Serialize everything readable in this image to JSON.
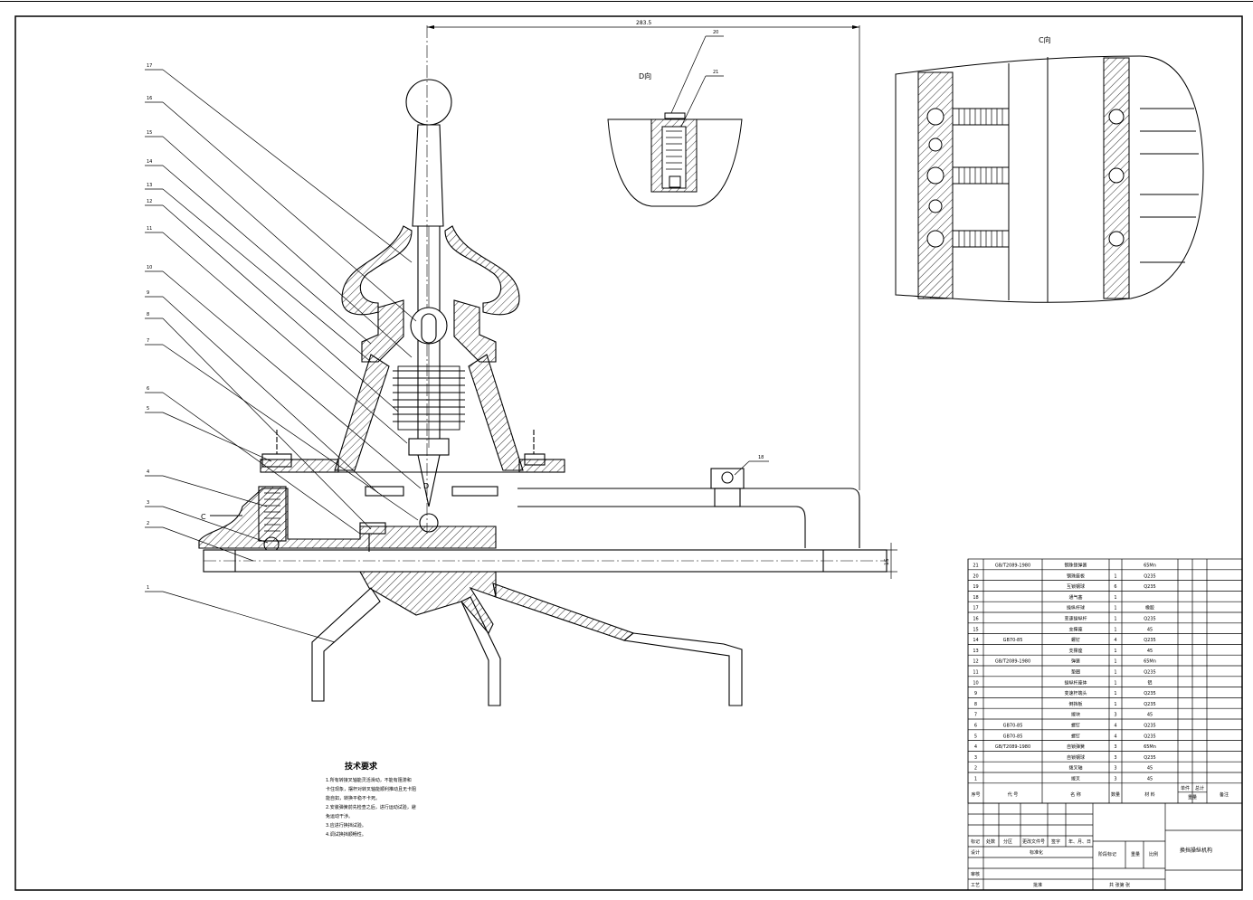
{
  "dimensions": {
    "top_length": "283.5",
    "side_height": "15"
  },
  "views": {
    "c_view": "C向",
    "d_view": "D向",
    "section_c": "C",
    "section_d": "D"
  },
  "leaders": [
    "1",
    "2",
    "3",
    "4",
    "5",
    "6",
    "7",
    "8",
    "9",
    "10",
    "11",
    "12",
    "13",
    "14",
    "15",
    "16",
    "17",
    "18",
    "20",
    "21"
  ],
  "tech": {
    "title": "技术要求",
    "lines": [
      "1.所有转接叉轴能灵活滑动，不能有阻滞和",
      "卡住现象，摆杆对转叉轴能顺利推动且无卡阻",
      "能自如，转换平稳不卡死。",
      "2.安装弹簧前先检查之后，进行运动试验，避",
      "免运动干涉。",
      "3.应进行换挡试验。",
      "4.调试换挡顺畅性。"
    ]
  },
  "bom": {
    "rows": [
      [
        "21",
        "GB/T2089-1980",
        "钢珠锁弹簧",
        "",
        "65Mn"
      ],
      [
        "20",
        "",
        "钢珠座板",
        "1",
        "Q235"
      ],
      [
        "19",
        "",
        "互锁钢球",
        "6",
        "Q235"
      ],
      [
        "18",
        "",
        "通气塞",
        "1",
        ""
      ],
      [
        "17",
        "",
        "操纵杆球",
        "1",
        "橡胶"
      ],
      [
        "16",
        "",
        "变速操纵杆",
        "1",
        "Q235"
      ],
      [
        "15",
        "",
        "支撑座",
        "1",
        "45"
      ],
      [
        "14",
        "GB70-85",
        "螺钉",
        "4",
        "Q235"
      ],
      [
        "13",
        "",
        "支撑座",
        "1",
        "45"
      ],
      [
        "12",
        "GB/T2089-1980",
        "弹簧",
        "1",
        "65Mn"
      ],
      [
        "11",
        "",
        "垫圈",
        "1",
        "Q235"
      ],
      [
        "10",
        "",
        "操纵杆座体",
        "1",
        "铝"
      ],
      [
        "9",
        "",
        "变速杆端头",
        "1",
        "Q235"
      ],
      [
        "8",
        "",
        "倒挡板",
        "1",
        "Q235"
      ],
      [
        "7",
        "",
        "拨块",
        "3",
        "45"
      ],
      [
        "6",
        "GB70-85",
        "螺钉",
        "4",
        "Q235"
      ],
      [
        "5",
        "GB70-85",
        "螺钉",
        "4",
        "Q235"
      ],
      [
        "4",
        "GB/T2089-1980",
        "自锁弹簧",
        "3",
        "65Mn"
      ],
      [
        "3",
        "",
        "自锁钢球",
        "3",
        "Q235"
      ],
      [
        "2",
        "",
        "拨叉轴",
        "3",
        "45"
      ],
      [
        "1",
        "",
        "拨叉",
        "3",
        "45"
      ]
    ],
    "header": {
      "no": "序号",
      "code": "代  号",
      "name": "名  称",
      "qty": "数量",
      "material": "材  料",
      "unit": "单件",
      "total": "总计",
      "weight": "重量",
      "remark": "备注"
    }
  },
  "title_block": {
    "title": "换挡操纵机构",
    "mark": "标记",
    "count": "处数",
    "zone": "分区",
    "doc": "更改文件号",
    "sign": "签字",
    "date": "年、月、日",
    "design": "设计",
    "std": "标准化",
    "review": "审核",
    "process": "工艺",
    "approve": "批准",
    "stage": "阶段标记",
    "weight": "重量",
    "scale": "比例",
    "sheets": "共    张第    张"
  }
}
